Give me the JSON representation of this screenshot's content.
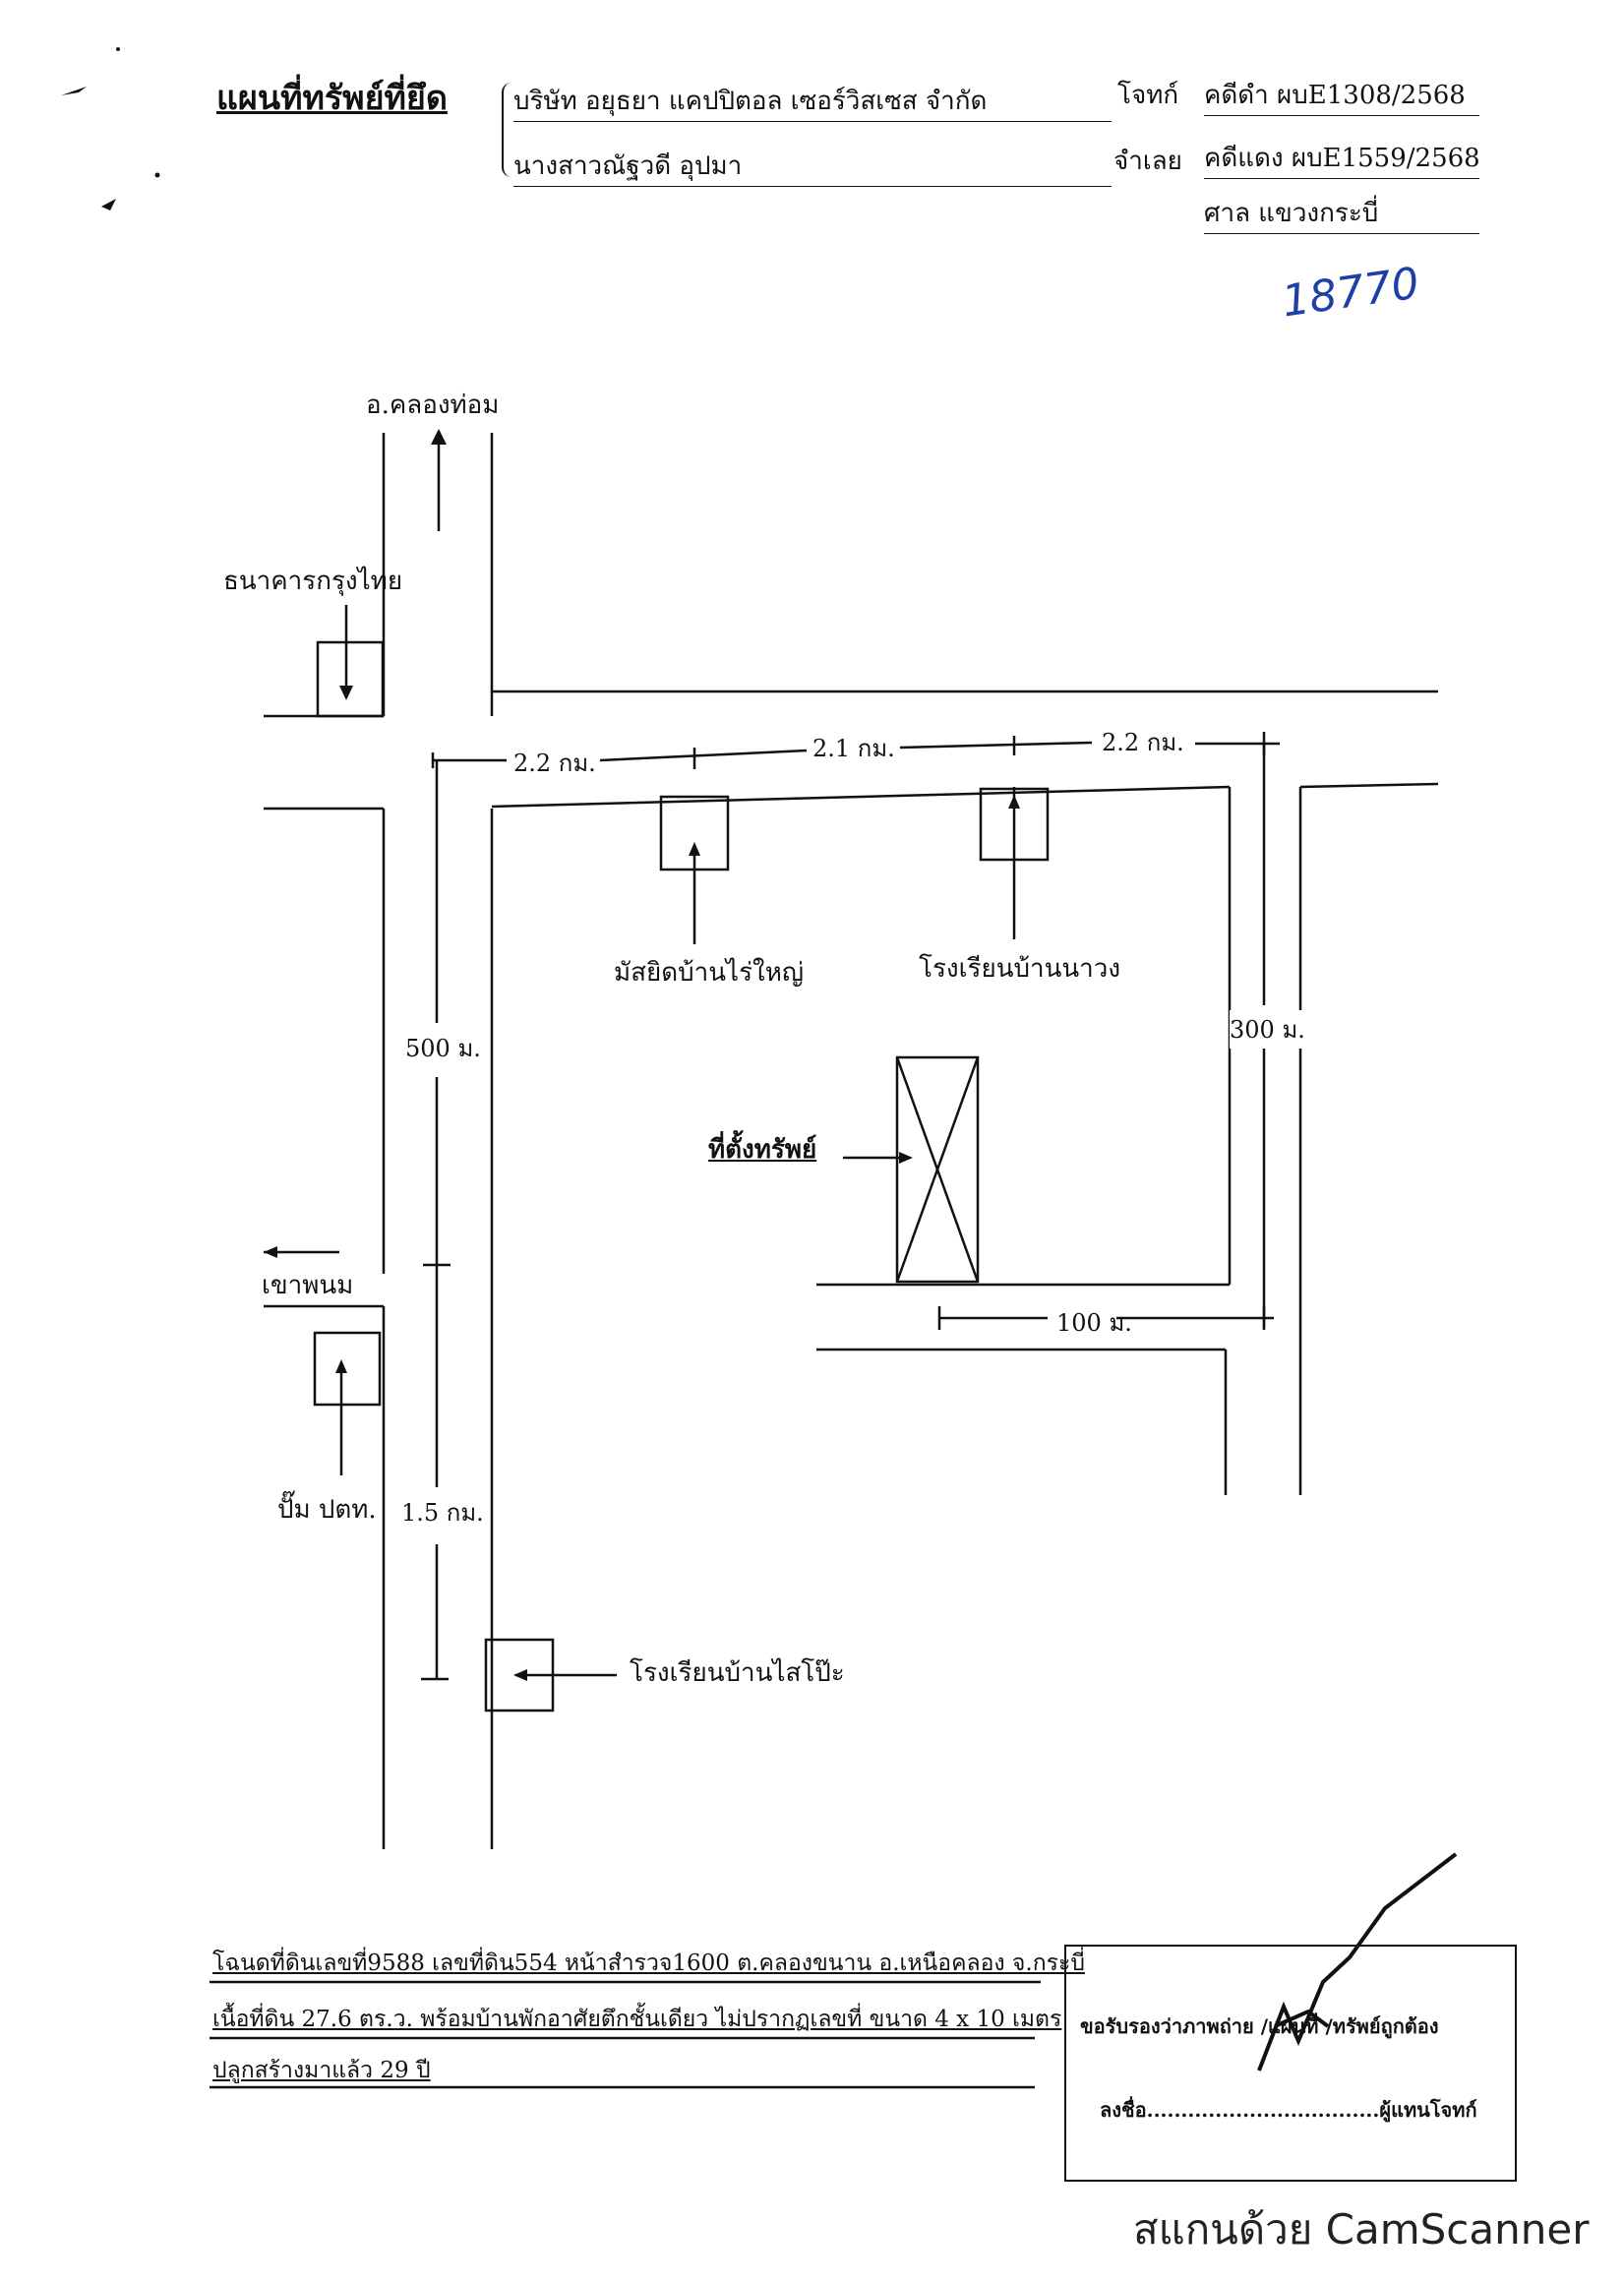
{
  "header": {
    "title": "แผนที่ทรัพย์ที่ยึด",
    "plaintiff_name": "บริษัท อยุธยา แคปปิตอล เซอร์วิสเซส จำกัด",
    "defendant_name": "นางสาวณัฐวดี อุปมา",
    "plaintiff_label": "โจทก์",
    "defendant_label": "จำเลย",
    "case_black": "คดีดำ ผบE1308/2568",
    "case_red": "คดีแดง ผบE1559/2568",
    "court": "ศาล แขวงกระบี่",
    "handwritten_number": "18770"
  },
  "map": {
    "north_destination": "อ.คลองท่อม",
    "bank": "ธนาคารกรุงไทย",
    "west_destination": "เขาพนม",
    "gas_station": "ปั๊ม ปตท.",
    "mosque": "มัสยิดบ้านไร่ใหญ่",
    "school_nawang": "โรงเรียนบ้านนาวง",
    "school_saiphia": "โรงเรียนบ้านไสโป๊ะ",
    "property_label": "ที่ตั้งทรัพย์",
    "distances": {
      "top_left": "2.2 กม.",
      "top_middle": "2.1 กม.",
      "top_right": "2.2 กม.",
      "vertical_upper": "500 ม.",
      "vertical_lower": "1.5 กม.",
      "right_vertical": "300 ม.",
      "bottom_horizontal": "100 ม."
    }
  },
  "footer": {
    "line1": "โฉนดที่ดินเลขที่9588 เลขที่ดิน554 หน้าสำรวจ1600 ต.คลองขนาน อ.เหนือคลอง จ.กระบี่",
    "line2": "เนื้อที่ดิน 27.6 ตร.ว. พร้อมบ้านพักอาศัยตึกชั้นเดียว ไม่ปรากฏเลขที่ ขนาด 4 x 10 เมตร",
    "line3": "ปลูกสร้างมาแล้ว 29 ปี"
  },
  "certification": {
    "statement": "ขอรับรองว่าภาพถ่าย /แผนที่ /ทรัพย์ถูกต้อง",
    "signature_line": "ลงชื่อ..................................ผู้แทนโจทก์"
  },
  "watermark": "สแกนด้วย CamScanner"
}
